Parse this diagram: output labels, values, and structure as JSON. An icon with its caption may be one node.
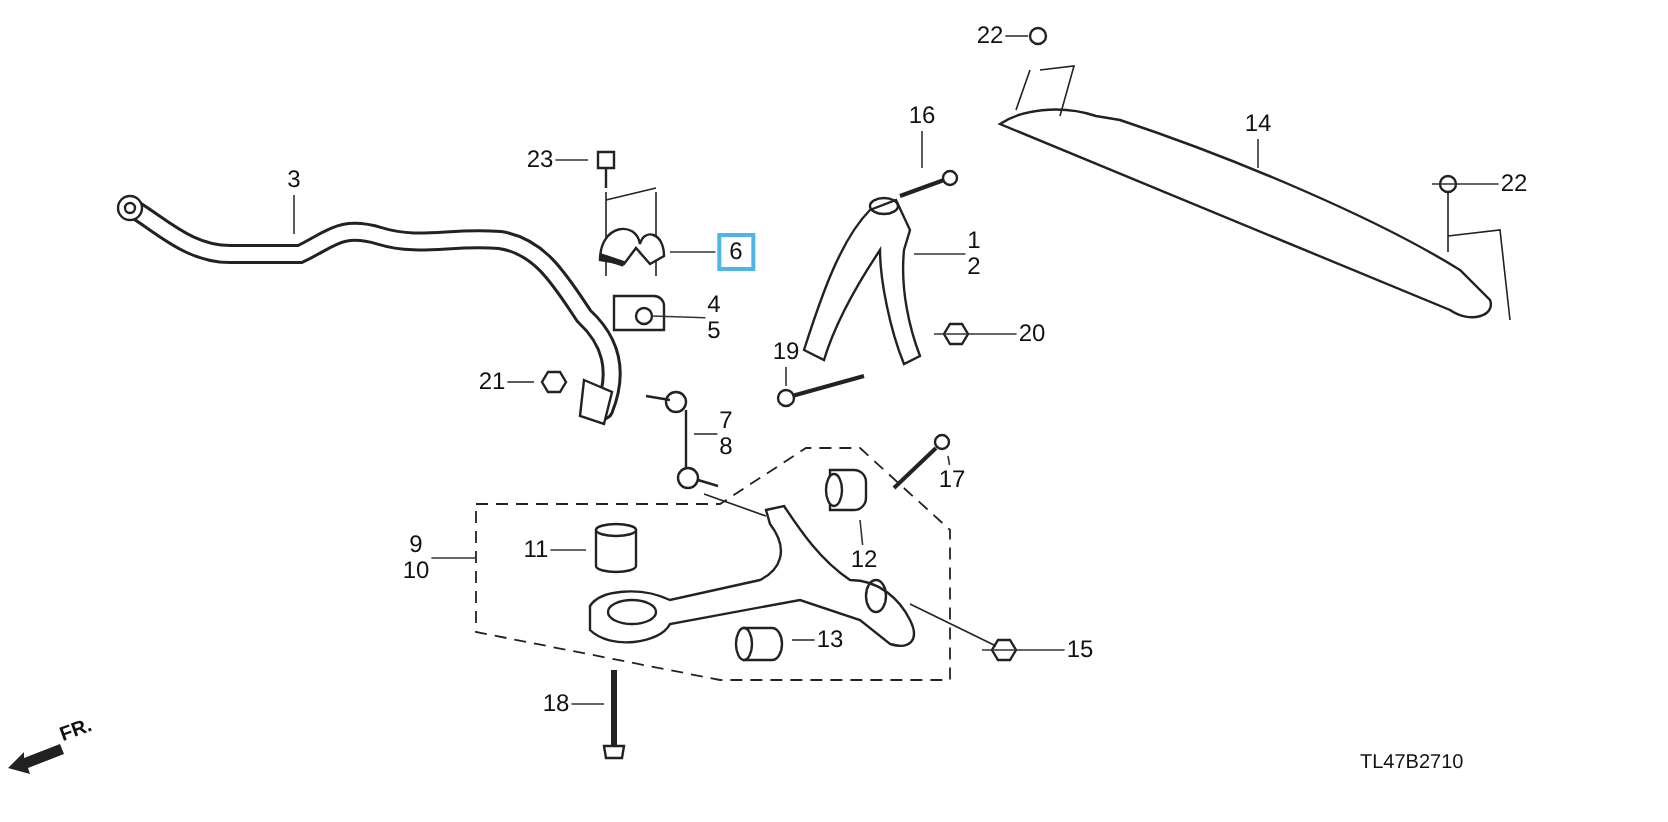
{
  "diagram": {
    "nodes": [
      {
        "text": [
          "22"
        ]
      },
      {
        "text": [
          "16"
        ]
      },
      {
        "text": [
          "14"
        ]
      },
      {
        "text": [
          "23"
        ]
      },
      {
        "text": [
          "3"
        ]
      },
      {
        "text": [
          "22"
        ]
      },
      {
        "text": [
          "1",
          "2"
        ]
      },
      {
        "text": [
          "6"
        ]
      },
      {
        "text": [
          "4",
          "5"
        ]
      },
      {
        "text": [
          "20"
        ]
      },
      {
        "text": [
          "19"
        ]
      },
      {
        "text": [
          "21"
        ]
      },
      {
        "text": [
          "7",
          "8"
        ]
      },
      {
        "text": [
          "17"
        ]
      },
      {
        "text": [
          "12"
        ]
      },
      {
        "text": [
          "9",
          "10"
        ]
      },
      {
        "text": [
          "11"
        ]
      },
      {
        "text": [
          "13"
        ]
      },
      {
        "text": [
          "15"
        ]
      },
      {
        "text": [
          "18"
        ]
      }
    ],
    "edges": [
      {
        "from": 0,
        "to": null,
        "arrow": "none"
      },
      {
        "from": 1,
        "to": null,
        "arrow": "none"
      },
      {
        "from": 2,
        "to": null,
        "arrow": "none"
      },
      {
        "from": 3,
        "to": null,
        "arrow": "none"
      },
      {
        "from": 4,
        "to": null,
        "arrow": "none"
      },
      {
        "from": 5,
        "to": null,
        "arrow": "none"
      },
      {
        "from": 6,
        "to": null,
        "arrow": "none"
      },
      {
        "from": 7,
        "to": null,
        "arrow": "none"
      },
      {
        "from": 8,
        "to": null,
        "arrow": "none"
      },
      {
        "from": 9,
        "to": null,
        "arrow": "none"
      },
      {
        "from": 10,
        "to": null,
        "arrow": "none"
      },
      {
        "from": 11,
        "to": null,
        "arrow": "none"
      },
      {
        "from": 12,
        "to": null,
        "arrow": "none"
      },
      {
        "from": 13,
        "to": null,
        "arrow": "none"
      },
      {
        "from": 14,
        "to": null,
        "arrow": "none"
      },
      {
        "from": 15,
        "to": null,
        "arrow": "none"
      },
      {
        "from": 16,
        "to": null,
        "arrow": "none"
      },
      {
        "from": 17,
        "to": null,
        "arrow": "none"
      },
      {
        "from": 18,
        "to": null,
        "arrow": "none"
      },
      {
        "from": 19,
        "to": null,
        "arrow": "none"
      }
    ],
    "labels": [
      "FR.",
      "TL47B2710"
    ]
  }
}
